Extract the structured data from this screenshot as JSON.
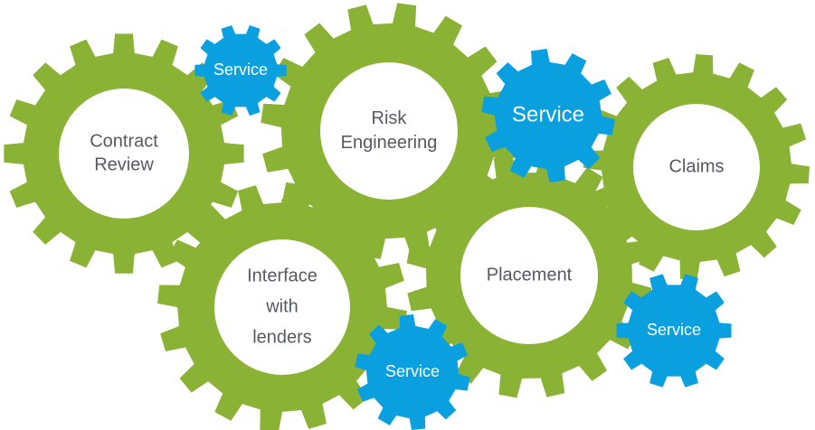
{
  "colors": {
    "primary_gear": "#8ab234",
    "service_gear": "#0aa0e0",
    "primary_center": "#ffffff",
    "primary_text": "#555a60",
    "service_text": "#ffffff"
  },
  "gears": [
    {
      "id": "contract-review",
      "kind": "primary",
      "lines": [
        "Contract",
        "Review"
      ]
    },
    {
      "id": "risk-engineering",
      "kind": "primary",
      "lines": [
        "Risk",
        "Engineering"
      ]
    },
    {
      "id": "claims",
      "kind": "primary",
      "lines": [
        "Claims"
      ]
    },
    {
      "id": "interface-with-lenders",
      "kind": "primary",
      "lines": [
        "Interface",
        "with",
        "lenders"
      ]
    },
    {
      "id": "placement",
      "kind": "primary",
      "lines": [
        "Placement"
      ]
    },
    {
      "id": "service-1",
      "kind": "service",
      "lines": [
        "Service"
      ]
    },
    {
      "id": "service-2",
      "kind": "service",
      "lines": [
        "Service"
      ]
    },
    {
      "id": "service-3",
      "kind": "service",
      "lines": [
        "Service"
      ]
    },
    {
      "id": "service-4",
      "kind": "service",
      "lines": [
        "Service"
      ]
    }
  ]
}
